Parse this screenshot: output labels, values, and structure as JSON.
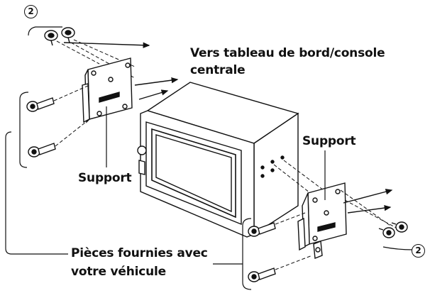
{
  "labels": {
    "dash_line1": "Vers tableau de bord/console",
    "dash_line2": "centrale",
    "support_left": "Support",
    "support_right": "Support",
    "parts_line1": "Pièces fournies avec",
    "parts_line2": "votre véhicule",
    "ref_top": "2",
    "ref_bottom": "2"
  },
  "colors": {
    "line": "#111111",
    "bracket_fill": "#ffffff",
    "screen": "#2b2b2b"
  },
  "icons": [
    "screw-icon",
    "bolt-icon",
    "arrow-icon"
  ]
}
